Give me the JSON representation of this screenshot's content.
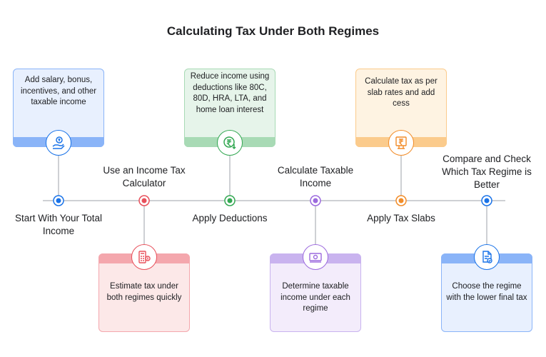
{
  "title": "Calculating Tax Under Both Regimes",
  "steps": [
    {
      "label": "Start With Your Total Income",
      "card": "Add salary, bonus, incentives, and other taxable income",
      "icon": "money-hand-icon",
      "color": "#1a73e8",
      "fill": "#e8f0fe",
      "band": "#8ab4f8"
    },
    {
      "label": "Use an Income Tax Calculator",
      "card": "Estimate tax under both regimes quickly",
      "icon": "tax-calculator-icon",
      "color": "#e8505b",
      "fill": "#fce8e8",
      "band": "#f4a7ad"
    },
    {
      "label": "Apply Deductions",
      "card": "Reduce income using deductions like 80C, 80D, HRA, LTA, and home loan interest",
      "icon": "rupee-down-icon",
      "color": "#34a853",
      "fill": "#e6f4ea",
      "band": "#a8dab5"
    },
    {
      "label": "Calculate Taxable Income",
      "card": "Determine taxable income under each regime",
      "icon": "cash-icon",
      "color": "#9c6ade",
      "fill": "#f3ecfb",
      "band": "#c9b3ef"
    },
    {
      "label": "Apply Tax Slabs",
      "card": "Calculate tax as per slab rates and add cess",
      "icon": "tax-slab-icon",
      "color": "#f28c28",
      "fill": "#fef3e2",
      "band": "#fbcb8c"
    },
    {
      "label": "Compare and Check Which Tax Regime is Better",
      "card": "Choose the regime with the lower final tax",
      "icon": "document-check-icon",
      "color": "#1a73e8",
      "fill": "#e8f0fe",
      "band": "#8ab4f8"
    }
  ]
}
